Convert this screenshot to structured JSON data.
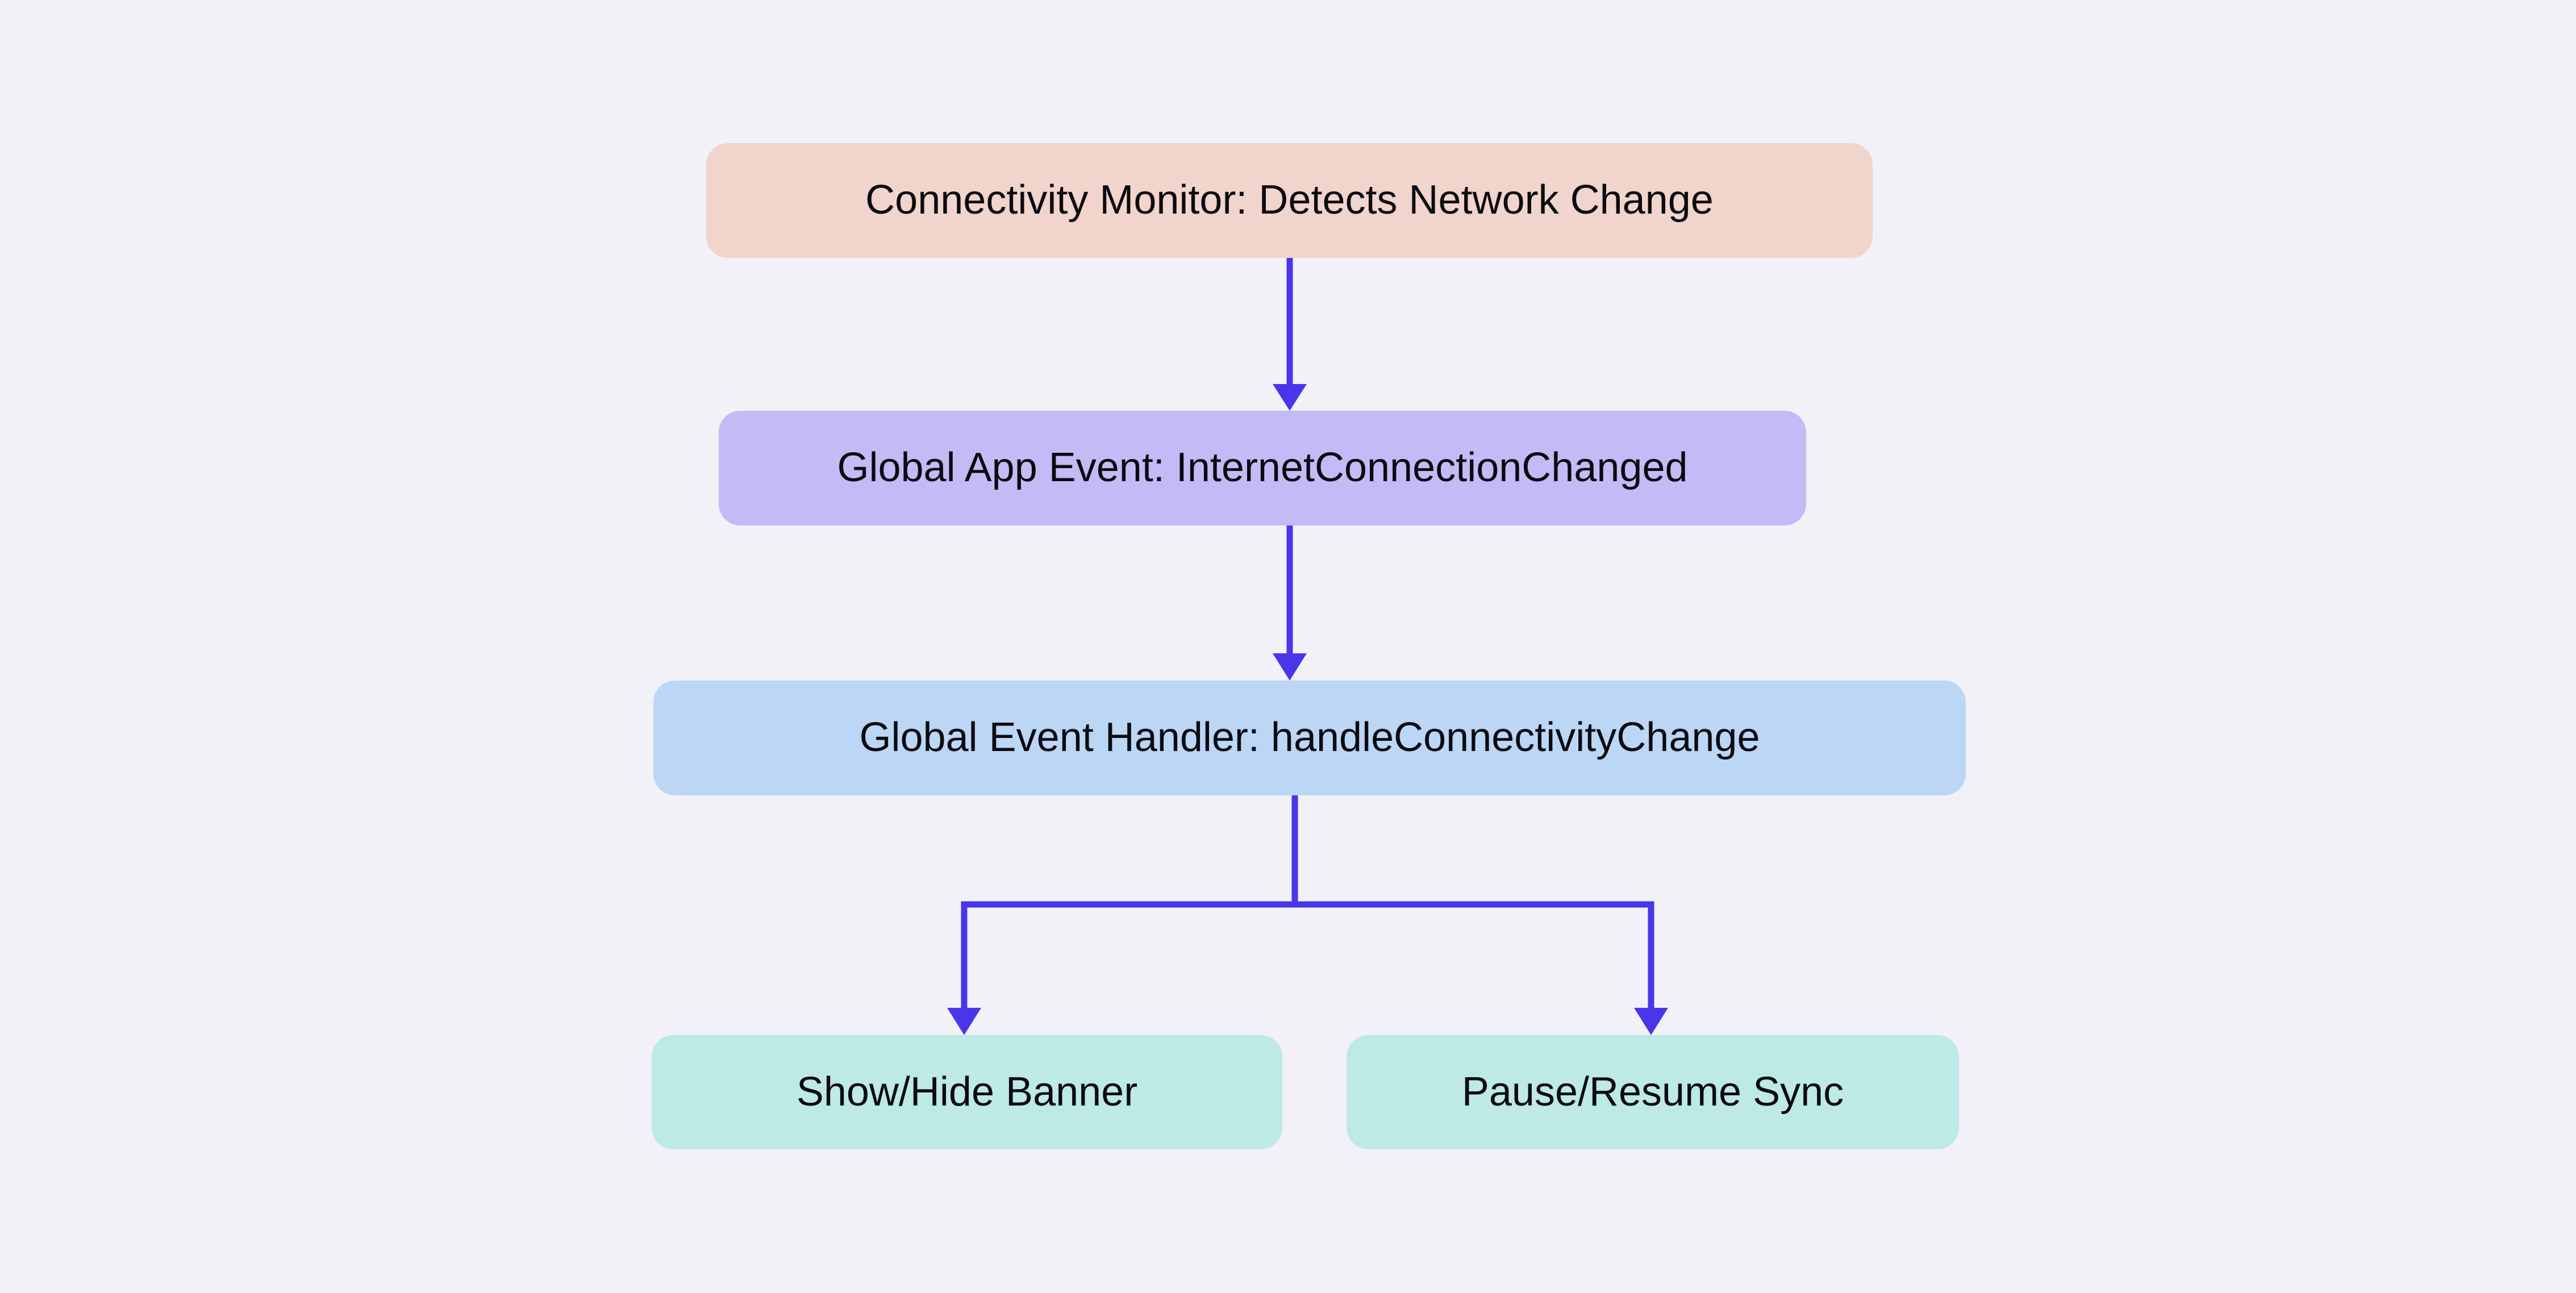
{
  "diagram": {
    "background_color": "#f2f1f7",
    "arrow_color": "#4936e8",
    "text_color": "#0b0b10",
    "nodes": [
      {
        "id": "connectivity-monitor",
        "label": "Connectivity Monitor: Detects Network Change",
        "fill": "#f1d4cb"
      },
      {
        "id": "global-app-event",
        "label": "Global App Event: InternetConnectionChanged",
        "fill": "#c3baf6"
      },
      {
        "id": "global-event-handler",
        "label": "Global Event Handler: handleConnectivityChange",
        "fill": "#bcd6f5"
      },
      {
        "id": "show-hide-banner",
        "label": "Show/Hide Banner",
        "fill": "#bde9e7"
      },
      {
        "id": "pause-resume-sync",
        "label": "Pause/Resume Sync",
        "fill": "#bde9e7"
      }
    ],
    "edges": [
      {
        "from": "connectivity-monitor",
        "to": "global-app-event"
      },
      {
        "from": "global-app-event",
        "to": "global-event-handler"
      },
      {
        "from": "global-event-handler",
        "to": "show-hide-banner"
      },
      {
        "from": "global-event-handler",
        "to": "pause-resume-sync"
      }
    ]
  }
}
